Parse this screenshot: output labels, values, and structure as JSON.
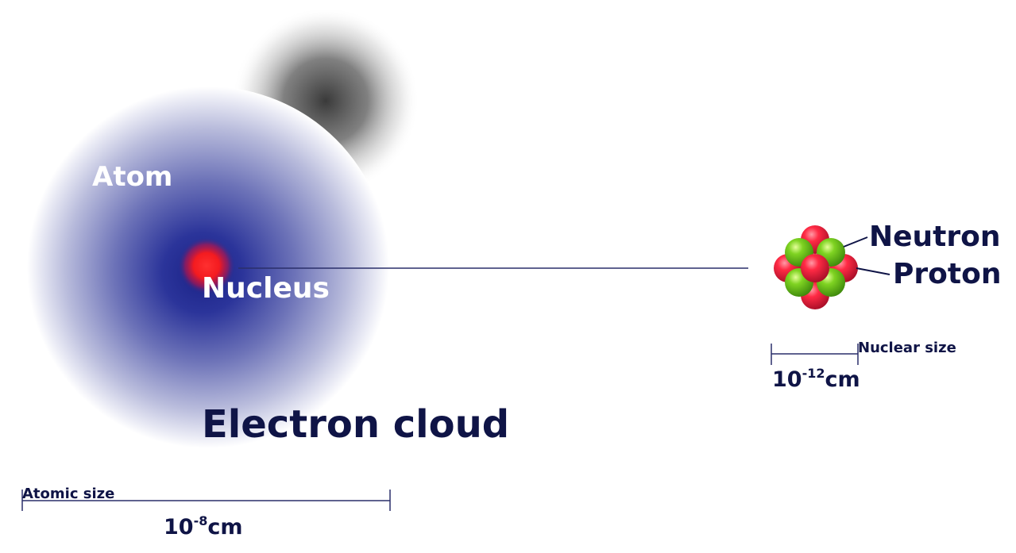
{
  "labels": {
    "atom": "Atom",
    "nucleus": "Nucleus",
    "electron_cloud": "Electron cloud",
    "neutron": "Neutron",
    "proton": "Proton",
    "atomic_size": "Atomic size",
    "nuclear_size": "Nuclear size"
  },
  "measurements": {
    "atomic": {
      "base": "10",
      "exponent": "-8",
      "unit": "cm"
    },
    "nuclear": {
      "base": "10",
      "exponent": "-12",
      "unit": "cm"
    }
  },
  "colors": {
    "navy": "#0f1446",
    "cloud_core": "#1e2a8c",
    "nucleus_core": "#ff1a1a",
    "proton": "#e0203a",
    "neutron": "#6cc21a",
    "shadow": "#444444"
  }
}
